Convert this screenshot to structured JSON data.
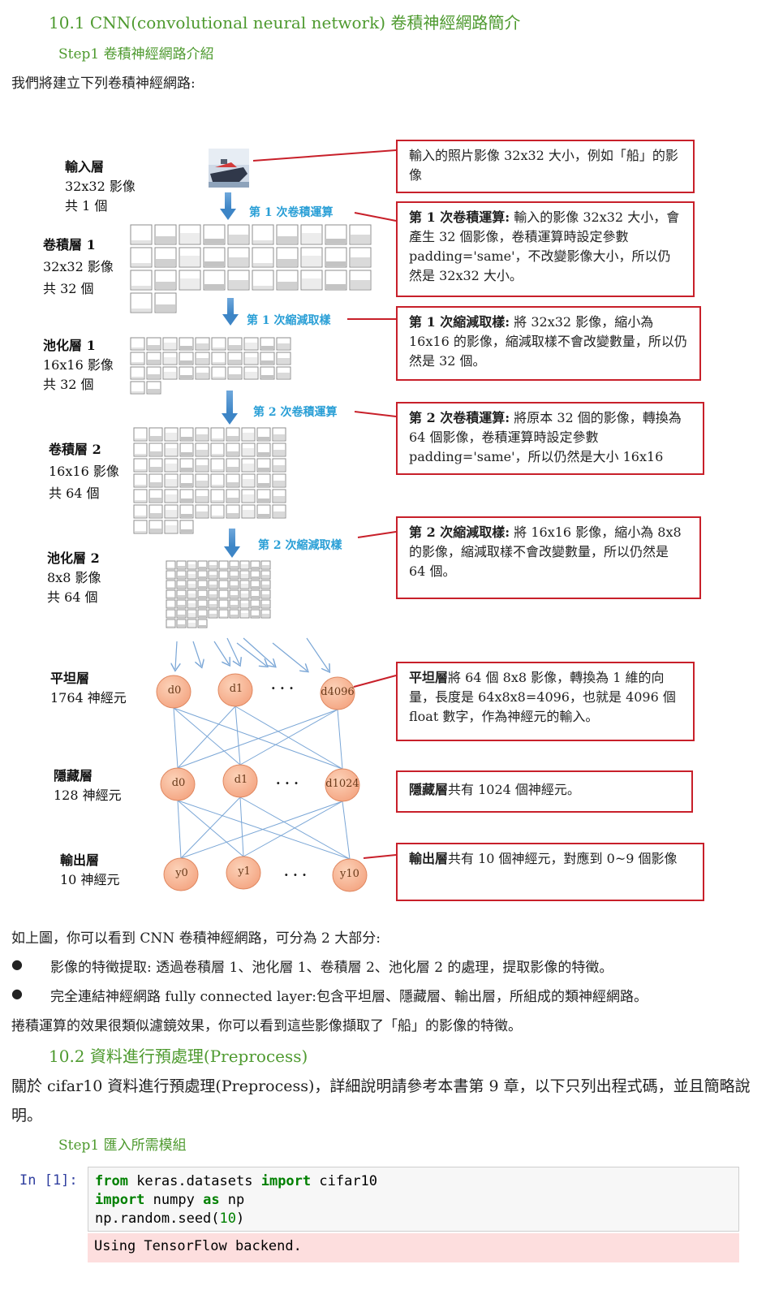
{
  "section1": {
    "title": "10.1   CNN(convolutional neural network) 卷積神經網路簡介"
  },
  "step1": {
    "title": "Step1   卷積神經網路介紹"
  },
  "intro": "我們將建立下列卷積神經網路:",
  "layers": {
    "input": {
      "name": "輸入層",
      "size": "32x32 影像",
      "count": "共 1 個"
    },
    "conv1": {
      "name": "卷積層 1",
      "size": "32x32 影像",
      "count": "共 32 個"
    },
    "pool1": {
      "name": "池化層 1",
      "size": "16x16 影像",
      "count": "共 32 個"
    },
    "conv2": {
      "name": "卷積層 2",
      "size": "16x16 影像",
      "count": "共 64 個"
    },
    "pool2": {
      "name": "池化層 2",
      "size": "8x8 影像",
      "count": "共 64 個"
    },
    "flat": {
      "name": "平坦層",
      "size": "1764 神經元"
    },
    "hidden": {
      "name": "隱藏層",
      "size": "128 神經元"
    },
    "output": {
      "name": "輸出層",
      "size": "10 神經元"
    }
  },
  "steps": {
    "conv1": "第 1 次卷積運算",
    "pool1": "第 1 次縮減取樣",
    "conv2": "第 2 次卷積運算",
    "pool2": "第 2 次縮減取樣"
  },
  "boxes": {
    "input": "輸入的照片影像 32x32 大小，例如「船」的影像",
    "conv1_bold": "第 1 次卷積運算:",
    "conv1_text": " 輸入的影像 32x32 大小，會產生 32 個影像，卷積運算時設定參數 padding='same'，不改變影像大小，所以仍然是 32x32 大小。",
    "pool1_bold": "第 1 次縮減取樣:",
    "pool1_text": " 將 32x32 影像，縮小為 16x16 的影像，縮減取樣不會改變數量，所以仍然是 32 個。",
    "conv2_bold": "第 2 次卷積運算:",
    "conv2_text": " 將原本 32 個的影像，轉換為 64 個影像，卷積運算時設定參數 padding='same'，所以仍然是大小 16x16",
    "pool2_bold": "第 2 次縮減取樣:",
    "pool2_text": " 將 16x16 影像，縮小為 8x8 的影像，縮減取樣不會改變數量，所以仍然是 64 個。",
    "flat_bold": "平坦層",
    "flat_text": "將 64 個 8x8 影像，轉換為 1 維的向量，長度是 64x8x8=4096，也就是 4096 個 float 數字，作為神經元的輸入。",
    "hidden_bold": "隱藏層",
    "hidden_text": "共有 1024 個神經元。",
    "output_bold": "輸出層",
    "output_text": "共有 10 個神經元，對應到 0~9 個影像"
  },
  "nodes": {
    "flat": [
      "d0",
      "d1",
      "d4096"
    ],
    "hidden": [
      "d0",
      "d1",
      "d1024"
    ],
    "output": [
      "y0",
      "y1",
      "y10"
    ],
    "dots": "· · ·"
  },
  "summary": {
    "line1": "如上圖，你可以看到 CNN 卷積神經網路，可分為 2 大部分:",
    "bullet_mark": "●",
    "bullet1": "影像的特徵提取:  透過卷積層 1、池化層 1、卷積層 2、池化層 2 的處理，提取影像的特徵。",
    "bullet2": "完全連結神經網路 fully connected layer:包含平坦層、隱藏層、輸出層，所組成的類神經網路。",
    "line2": "捲積運算的效果很類似濾鏡效果，你可以看到這些影像擷取了「船」的影像的特徵。"
  },
  "section2": {
    "title": "10.2   資料進行預處理(Preprocess)"
  },
  "section2_para": "關於 cifar10 資料進行預處理(Preprocess)，詳細說明請參考本書第 9 章，以下只列出程式碼，並且簡略說明。",
  "step1b": {
    "title": "Step1   匯入所需模組"
  },
  "cell": {
    "prompt": "In [1]:",
    "l1_kw": "from",
    "l1_a": " keras.datasets ",
    "l1_kw2": "import",
    "l1_b": " cifar10",
    "l2_kw": "import",
    "l2_a": " numpy ",
    "l2_kw2": "as",
    "l2_b": " np",
    "l3_a": "np.random.seed(",
    "l3_num": "10",
    "l3_b": ")",
    "output": "Using TensorFlow backend."
  }
}
